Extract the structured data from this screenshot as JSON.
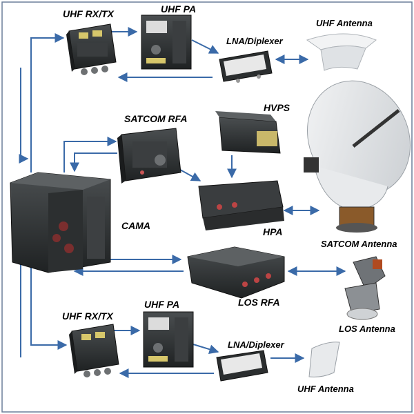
{
  "labels": {
    "uhf_rxtx_top": "UHF RX/TX",
    "uhf_pa_top": "UHF PA",
    "lna_diplexer_top": "LNA/Diplexer",
    "uhf_antenna_top": "UHF Antenna",
    "satcom_rfa": "SATCOM RFA",
    "hvps": "HVPS",
    "cama": "CAMA",
    "hpa": "HPA",
    "satcom_antenna": "SATCOM Antenna",
    "los_rfa": "LOS RFA",
    "los_antenna": "LOS Antenna",
    "uhf_rxtx_bottom": "UHF RX/TX",
    "uhf_pa_bottom": "UHF PA",
    "lna_diplexer_bottom": "LNA/Diplexer",
    "uhf_antenna_bottom": "UHF Antenna"
  },
  "colors": {
    "arrow": "#3a6aa8",
    "frame": "#6b7f9a",
    "unit_dark": "#2b2e2f",
    "unit_mid": "#55595a",
    "radome": "#e6e8ea"
  }
}
